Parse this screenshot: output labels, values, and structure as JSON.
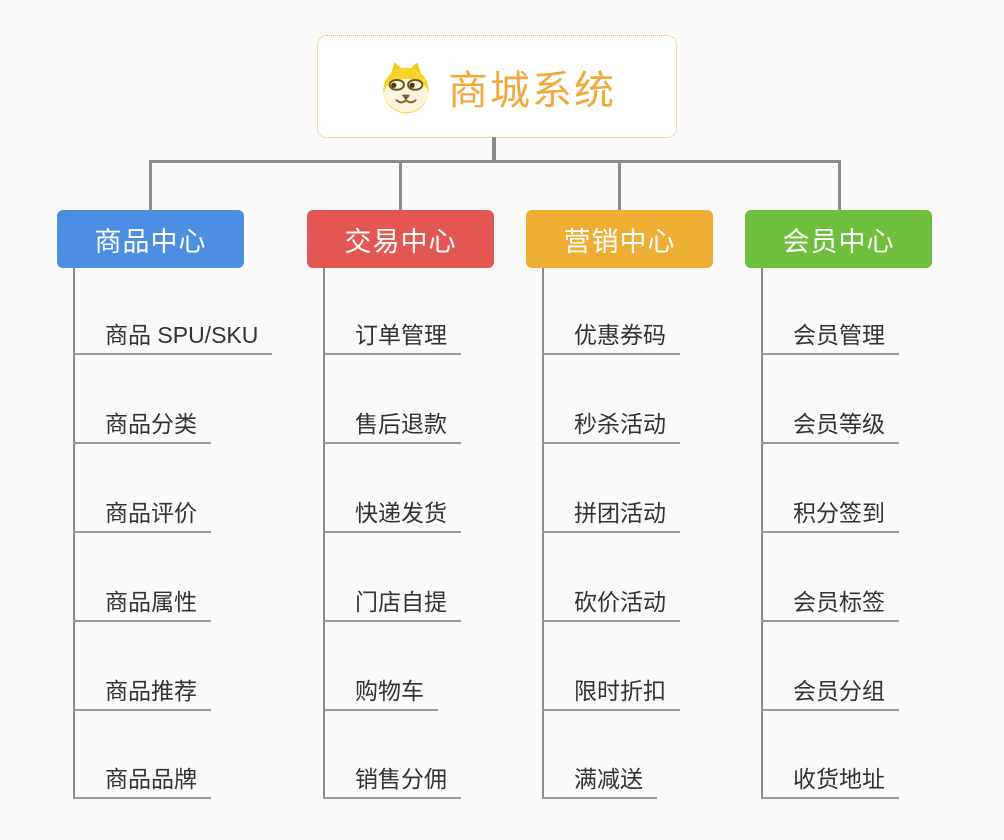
{
  "root": {
    "title": "商城系统",
    "title_color": "#f2a93b",
    "border_color": "#f2b04a",
    "icon": "doge-icon"
  },
  "connector_color": "#8c8c8c",
  "leaf_underline_color": "#999999",
  "leaf_text_color": "#333333",
  "branches": [
    {
      "title": "商品中心",
      "color": "#4a8fe2",
      "items": [
        "商品 SPU/SKU",
        "商品分类",
        "商品评价",
        "商品属性",
        "商品推荐",
        "商品品牌"
      ]
    },
    {
      "title": "交易中心",
      "color": "#e25752",
      "items": [
        "订单管理",
        "售后退款",
        "快递发货",
        "门店自提",
        "购物车",
        "销售分佣"
      ]
    },
    {
      "title": "营销中心",
      "color": "#eead33",
      "items": [
        "优惠券码",
        "秒杀活动",
        "拼团活动",
        "砍价活动",
        "限时折扣",
        "满减送"
      ]
    },
    {
      "title": "会员中心",
      "color": "#6ec03c",
      "items": [
        "会员管理",
        "会员等级",
        "积分签到",
        "会员标签",
        "会员分组",
        "收货地址"
      ]
    }
  ]
}
